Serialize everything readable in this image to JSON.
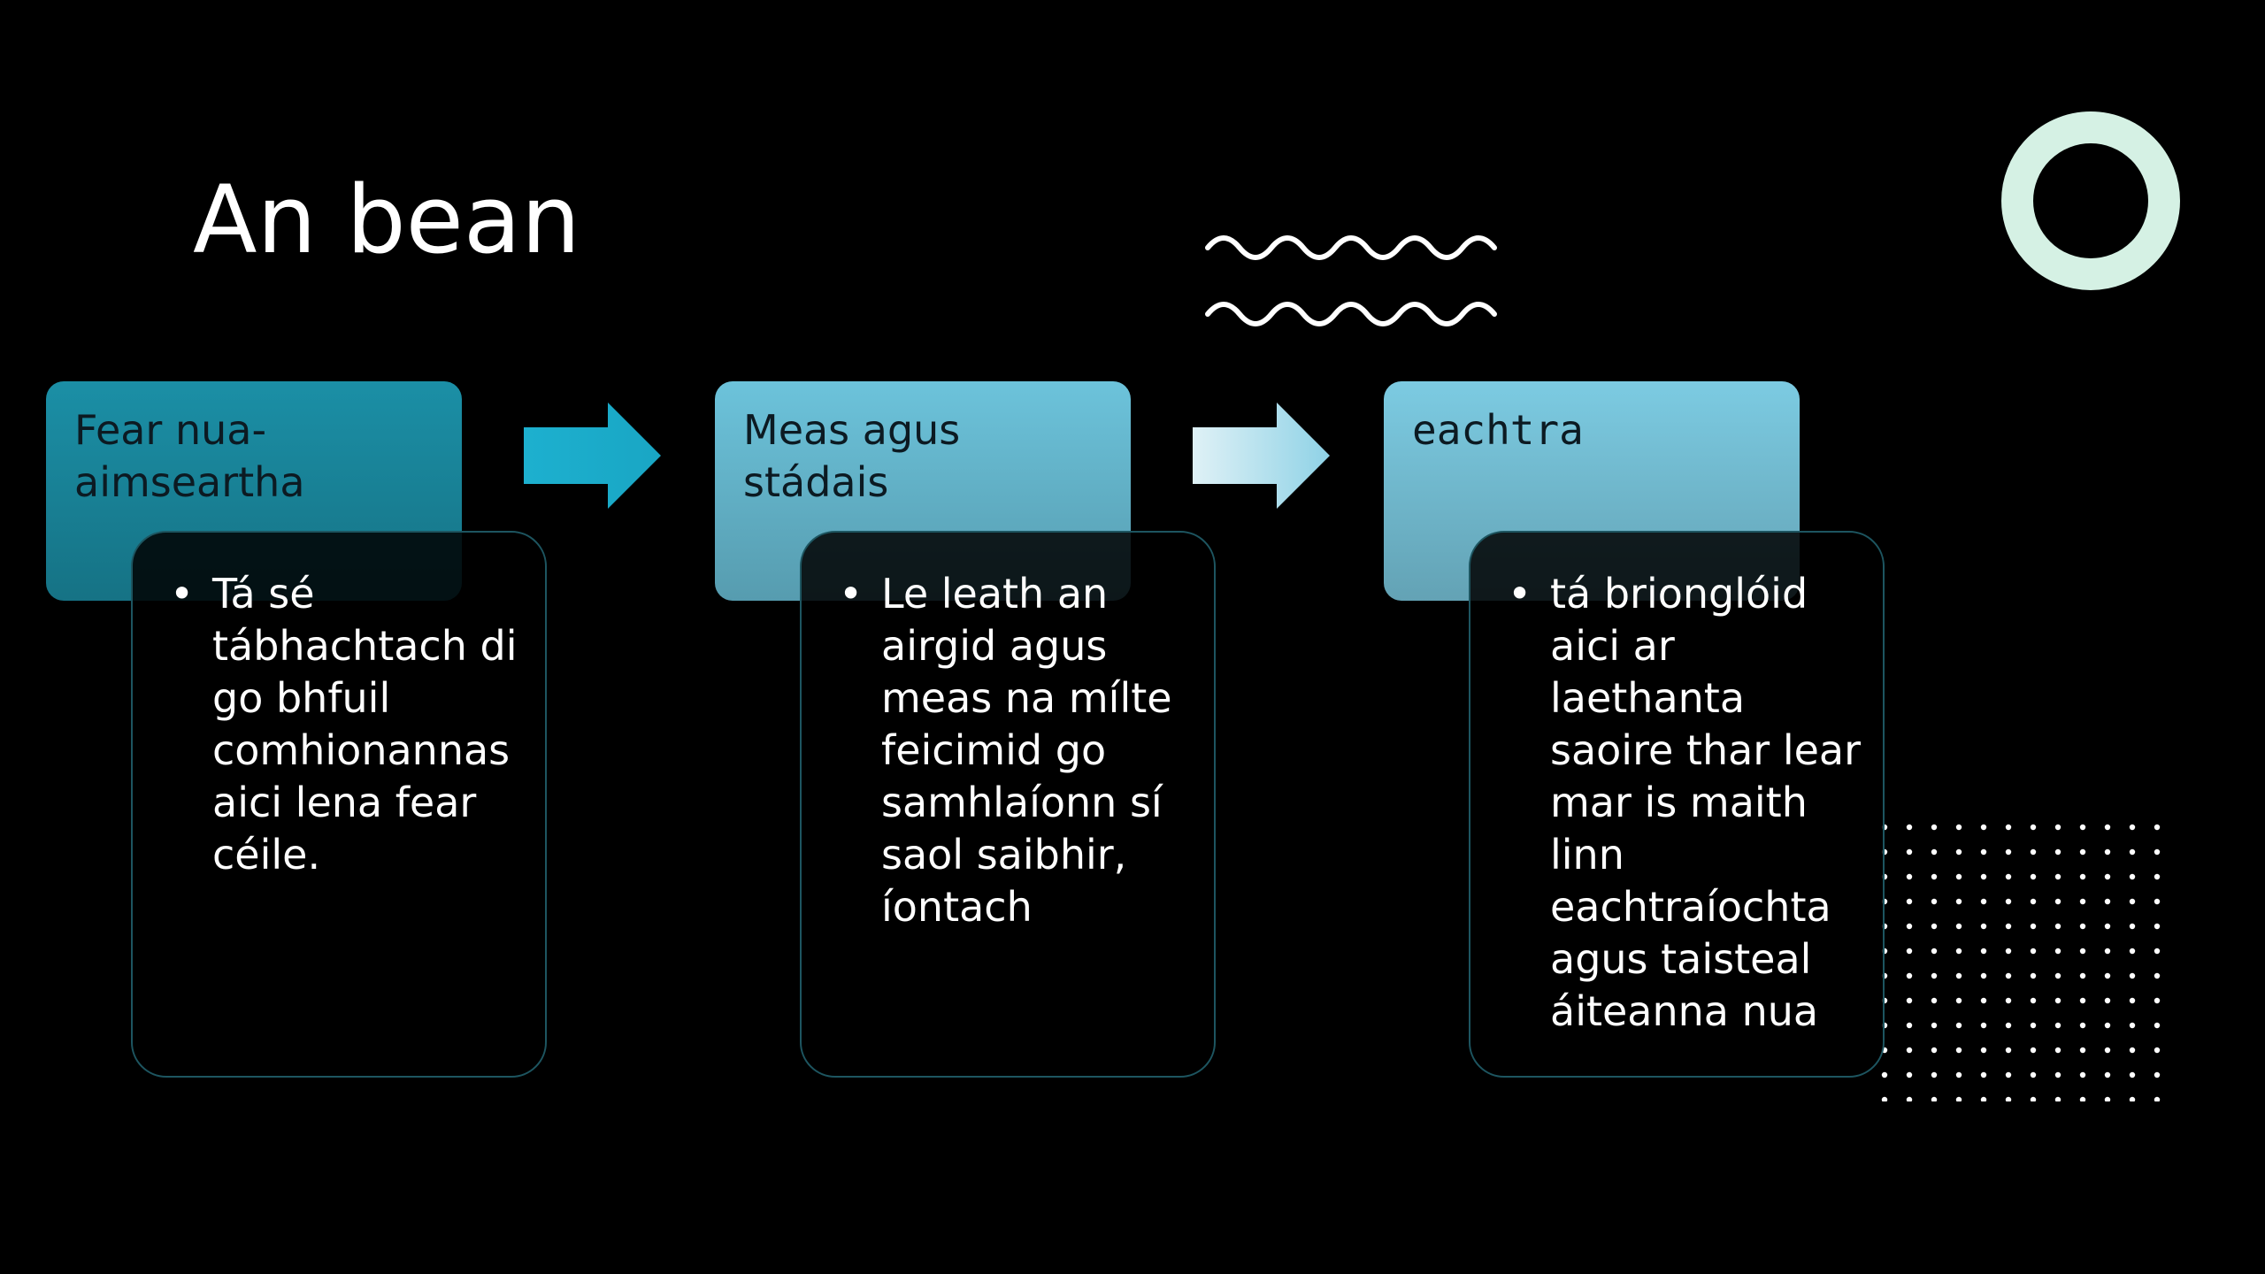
{
  "slide": {
    "title": "An bean",
    "background_color": "#000000"
  },
  "steps": [
    {
      "heading": "Fear nua-aimseartha",
      "heading_color": "#1b8fa6",
      "bullets": [
        "Tá sé tábhachtach di go bhfuil comhionannas aici lena fear céile."
      ]
    },
    {
      "heading": "Meas agus stádais",
      "heading_color": "#6cc3db",
      "bullets": [
        "Le leath an airgid agus meas na mílte feicimid go samhlaíonn sí saol saibhir, íontach"
      ]
    },
    {
      "heading": "eachtra",
      "heading_color": "#7ccbe2",
      "bullets": [
        "tá brionglóid aici ar laethanta saoire thar lear mar is maith linn eachtraíochta agus taisteal áiteanna nua"
      ]
    }
  ],
  "arrows": [
    {
      "color_start": "#1db0cf",
      "color_end": "#19a6c4"
    },
    {
      "color_start": "#dff1f6",
      "color_end": "#8fd2e6"
    }
  ],
  "decorations": {
    "ring_color": "#d5f1e4",
    "wave_color": "#ffffff",
    "dots_color": "#ffffff"
  }
}
